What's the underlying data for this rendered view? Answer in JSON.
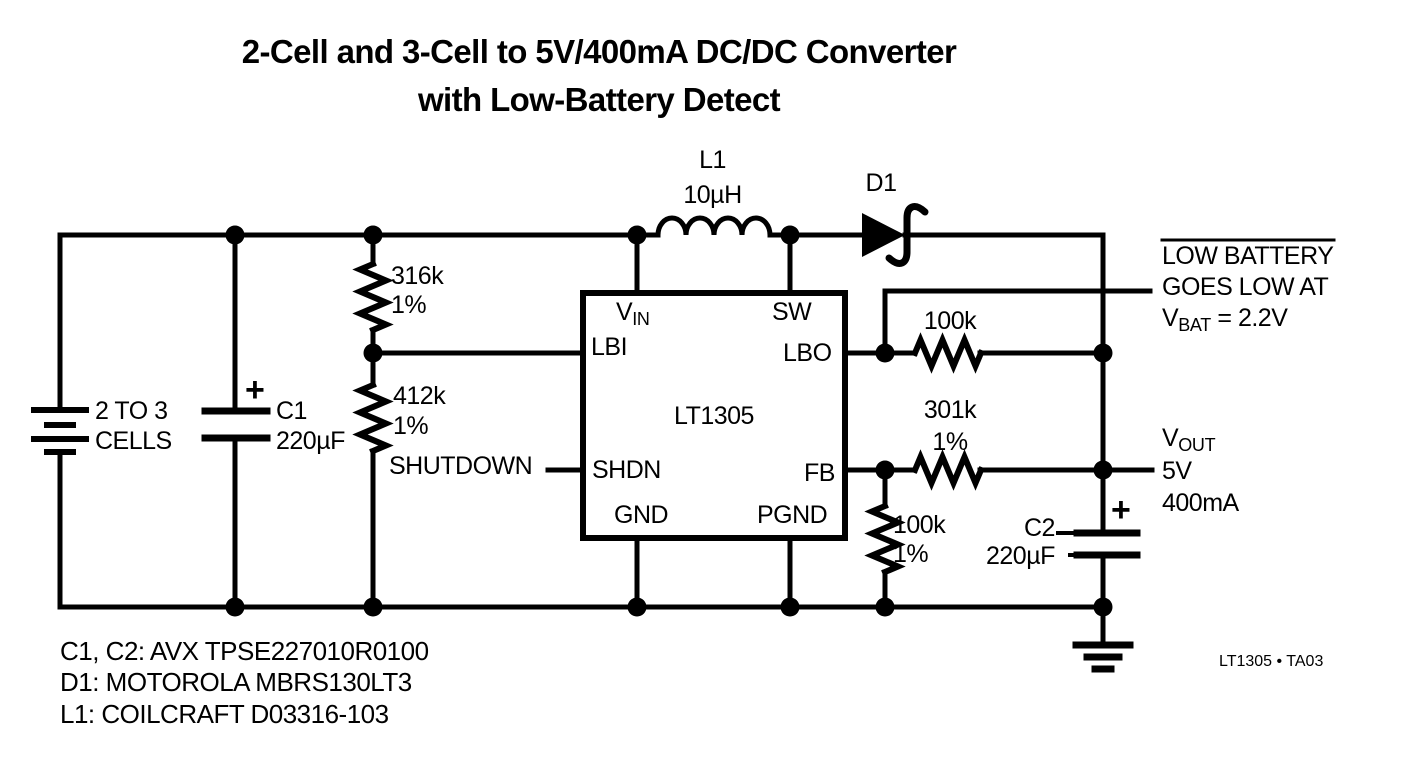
{
  "title": {
    "line1": "2-Cell and 3-Cell to 5V/400mA DC/DC Converter",
    "line2": "with Low-Battery Detect"
  },
  "source": {
    "battery_line1": "2 TO 3",
    "battery_line2": "CELLS"
  },
  "ic": {
    "name": "LT1305",
    "pins": {
      "vin_base": "V",
      "vin_sub": "IN",
      "sw": "SW",
      "lbi": "LBI",
      "lbo": "LBO",
      "shdn": "SHDN",
      "fb": "FB",
      "gnd": "GND",
      "pgnd": "PGND"
    }
  },
  "components": {
    "c1": {
      "name": "C1",
      "value": "220µF",
      "polarity": "+"
    },
    "c2": {
      "name": "C2",
      "value": "220µF",
      "polarity": "+"
    },
    "r316k": {
      "value": "316k",
      "tolerance": "1%"
    },
    "r412k": {
      "value": "412k",
      "tolerance": "1%"
    },
    "r100k_pullup": {
      "value": "100k"
    },
    "r301k": {
      "value": "301k",
      "tolerance": "1%"
    },
    "r100k_fb": {
      "value": "100k",
      "tolerance": "1%"
    },
    "l1": {
      "name": "L1",
      "value": "10µH"
    },
    "d1": {
      "name": "D1"
    }
  },
  "annotations": {
    "shutdown": "SHUTDOWN",
    "low_battery": {
      "line1": "LOW BATTERY",
      "line2": "GOES LOW AT",
      "v_base": "V",
      "v_sub": "BAT",
      "v_rest": " = 2.2V"
    },
    "output": {
      "v_base": "V",
      "v_sub": "OUT",
      "line2": "5V",
      "line3": "400mA"
    }
  },
  "notes": [
    "C1, C2: AVX TPSE227010R0100",
    "D1: MOTOROLA MBRS130LT3",
    "L1: COILCRAFT D03316-103"
  ],
  "footer": "LT1305 • TA03",
  "colors": {
    "ink": "#000000",
    "background": "#ffffff"
  }
}
